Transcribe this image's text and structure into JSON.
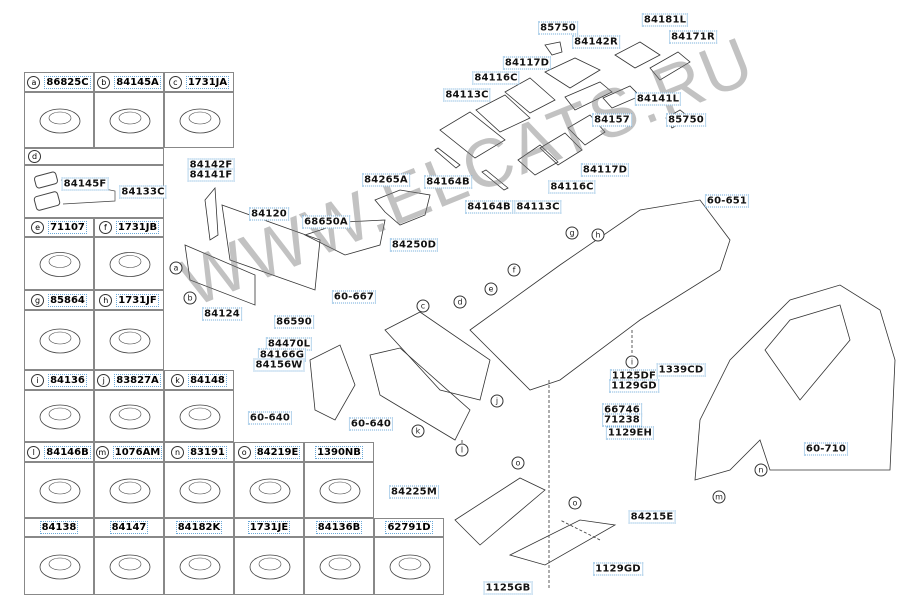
{
  "watermark": "WWW.ELCATS.RU",
  "parts_table": [
    {
      "letter": "a",
      "part": "86825C"
    },
    {
      "letter": "b",
      "part": "84145A"
    },
    {
      "letter": "c",
      "part": "1731JA"
    },
    {
      "letter": "d",
      "part": "",
      "sub": [
        "84145F",
        "84133C"
      ]
    },
    {
      "letter": "e",
      "part": "71107"
    },
    {
      "letter": "f",
      "part": "1731JB"
    },
    {
      "letter": "g",
      "part": "85864"
    },
    {
      "letter": "h",
      "part": "1731JF"
    },
    {
      "letter": "i",
      "part": "84136"
    },
    {
      "letter": "j",
      "part": "83827A"
    },
    {
      "letter": "k",
      "part": "84148"
    },
    {
      "letter": "l",
      "part": "84146B"
    },
    {
      "letter": "m",
      "part": "1076AM"
    },
    {
      "letter": "n",
      "part": "83191"
    },
    {
      "letter": "o",
      "part": "84219E"
    },
    {
      "letter": "",
      "part": "1390NB"
    },
    {
      "letter": "",
      "part": "84138"
    },
    {
      "letter": "",
      "part": "84147"
    },
    {
      "letter": "",
      "part": "84182K"
    },
    {
      "letter": "",
      "part": "1731JE"
    },
    {
      "letter": "",
      "part": "84136B"
    },
    {
      "letter": "",
      "part": "62791D"
    }
  ],
  "callouts": [
    "85750",
    "84181L",
    "84142R",
    "84171R",
    "84117D",
    "84116C",
    "84113C",
    "84141L",
    "84157",
    "85750",
    "84164B",
    "84117D",
    "84116C",
    "84164B",
    "84113C",
    "84142F",
    "84141F",
    "84120",
    "84265A",
    "68650A",
    "84250D",
    "60-651",
    "60-667",
    "84124",
    "86590",
    "84470L",
    "84166G",
    "84156W",
    "60-640",
    "60-640",
    "1125DF",
    "1129GD",
    "1339CD",
    "66746",
    "71238",
    "1129EH",
    "60-710",
    "84225M",
    "84215E",
    "1129GD",
    "1125GB"
  ],
  "markers": [
    "a",
    "b",
    "c",
    "d",
    "e",
    "f",
    "g",
    "h",
    "i",
    "j",
    "k",
    "l",
    "m",
    "n",
    "o",
    "o"
  ]
}
